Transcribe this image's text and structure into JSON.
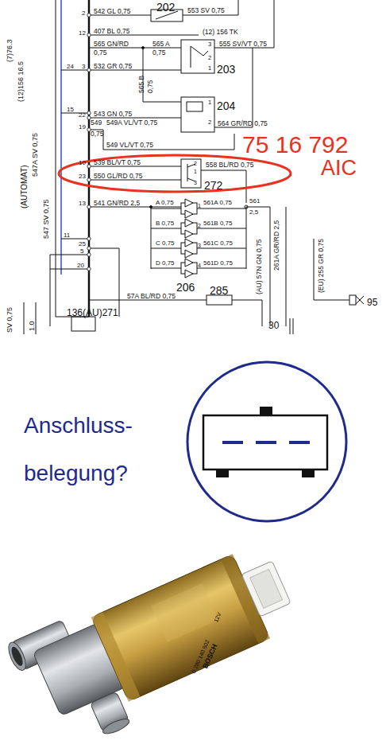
{
  "diagram": {
    "nodes": [
      {
        "text": [
          "202"
        ]
      },
      {
        "text": [
          "203"
        ]
      },
      {
        "text": [
          "204"
        ]
      },
      {
        "text": [
          "272"
        ]
      },
      {
        "text": [
          "206"
        ]
      },
      {
        "text": [
          "285"
        ]
      },
      {
        "text": [
          "136(AU)271"
        ]
      }
    ],
    "labels": [
      "(7)76.3",
      "(12)156 16.5",
      "(AUTOMAT)",
      "547A SV 0,75",
      "547 SV 0,75",
      "SV 0,75",
      "1.0",
      "2",
      "12",
      "24",
      "3",
      "15",
      "22",
      "19",
      "10",
      "23",
      "13",
      "11",
      "5",
      "20",
      "25",
      "542 GL 0,75",
      "553 SV 0,75",
      "407 BL 0,75",
      "(12) 156 TK",
      "565 GN/RD",
      "0,75",
      "565 A",
      "0,75",
      "555 SV/VT 0,75",
      "532 GR 0,75",
      "565 B",
      "0,75",
      "3",
      "2",
      "1",
      "543 GN 0,75",
      "549",
      "549A VL/VT 0,75",
      "0,75",
      "549 VL/VT 0,75",
      "564 GR/RD 0,75",
      "1",
      "2",
      "539 BL/VT 0,75",
      "550 GL/RD 0,75",
      "558 BL/RD 0,75",
      "2",
      "1",
      "3",
      "541 GN/RD 2,5",
      "A 0,75",
      "561A 0,75",
      "B 0,75",
      "561B 0,75",
      "C 0,75",
      "561C 0,75",
      "D 0,75",
      "561D 0,75",
      "1",
      "2",
      "3",
      "4",
      "561",
      "2,5",
      "261A GR/RD 2,5",
      "(AU) 57N GN 0,75",
      "(EU) 255 GR 0,75",
      "57A BL/RD 0,75",
      "30",
      "95",
      "75 16 792",
      "AIC",
      "Anschluss- belegung?",
      "BOSCH",
      "0 280 140 502",
      "12V"
    ]
  }
}
